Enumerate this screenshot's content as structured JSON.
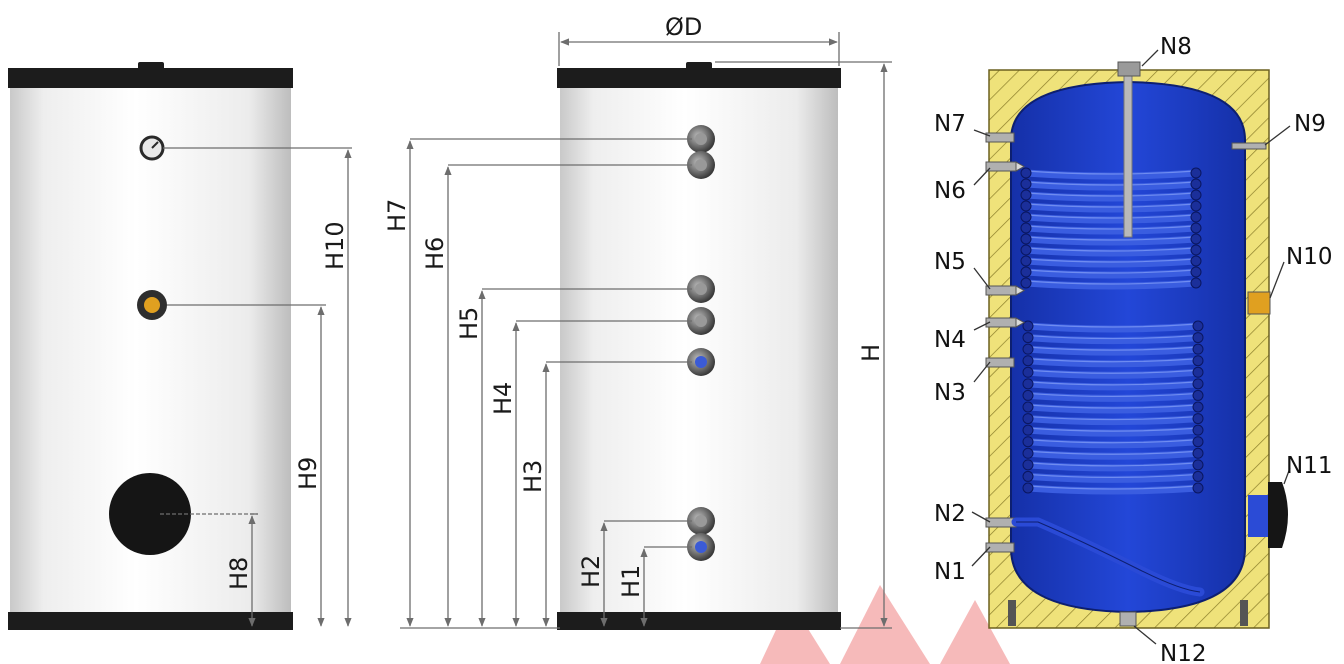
{
  "views": {
    "side": {
      "dimensions": [
        "H8",
        "H9",
        "H10"
      ]
    },
    "front": {
      "dimensions": [
        "H1",
        "H2",
        "H3",
        "H4",
        "H5",
        "H6",
        "H7",
        "H"
      ],
      "diameter": "ØD"
    },
    "section": {
      "nozzles": [
        "N1",
        "N2",
        "N3",
        "N4",
        "N5",
        "N6",
        "N7",
        "N8",
        "N9",
        "N10",
        "N11",
        "N12"
      ]
    }
  },
  "colors": {
    "tank_body": "#f2f2f2",
    "tank_band": "#1c1c1c",
    "inner_tank": "#1f3fd0",
    "insulation": "#efe27a",
    "coil": "#2c4fd8",
    "dimension_line": "#6d6d6d",
    "watermark_red": "#e63b3b",
    "watermark_green": "#4caf50"
  }
}
